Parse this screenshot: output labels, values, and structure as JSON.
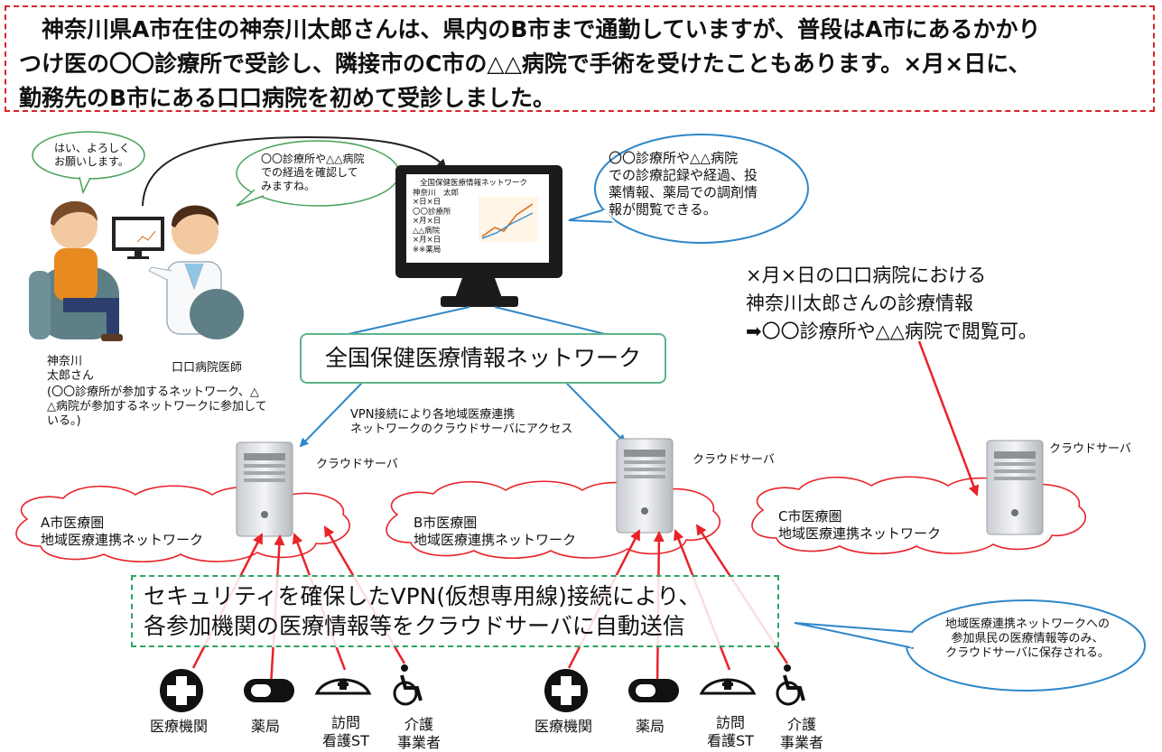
{
  "scenario": {
    "line1": "　神奈川県A市在住の神奈川太郎さんは、県内のB市まで通勤していますが、普段はA市にあるかかり",
    "line2": "つけ医の〇〇診療所で受診し、隣接市のC市の△△病院で手術を受けたこともあります。×月×日に、",
    "line3": "勤務先のB市にある口口病院を初めて受診しました。"
  },
  "patient": {
    "speech": [
      "はい、よろしく",
      "お願いします。"
    ],
    "name": [
      "神奈川",
      "太郎さん"
    ],
    "note": [
      "(〇〇診療所が参加するネットワーク、△",
      "△病院が参加するネットワークに参加して",
      "いる。)"
    ]
  },
  "doctor": {
    "speech": [
      "〇〇診療所や△△病院",
      "での経過を確認して",
      "みますね。"
    ],
    "label": "口口病院医師"
  },
  "monitor": {
    "lines": [
      "全国保健医療情報ネットワーク",
      "神奈川　太郎",
      "×日×日",
      "〇〇診療所",
      "×月×日",
      "△△病院",
      "×月×日",
      "※※薬局"
    ]
  },
  "monitor_bubble": [
    "〇〇診療所や△△病院",
    "での診療記録や経過、投",
    "薬情報、薬局での調剤情",
    "報が閲覧できる。"
  ],
  "right_note": [
    "×月×日の口口病院における",
    "神奈川太郎さんの診療情報",
    "➡〇〇診療所や△△病院で閲覧可。"
  ],
  "national_network": "全国保健医療情報ネットワーク",
  "vpn_note": [
    "VPN接続により各地域医療連携",
    "ネットワークのクラウドサーバにアクセス"
  ],
  "server_label": "クラウドサーバ",
  "clouds": {
    "a": [
      "A市医療圏",
      "地域医療連携ネットワーク"
    ],
    "b": [
      "B市医療圏",
      "地域医療連携ネットワーク"
    ],
    "c": [
      "C市医療圏",
      "地域医療連携ネットワーク"
    ]
  },
  "security": [
    "セキュリティを確保したVPN(仮想専用線)接続により、",
    "各参加機関の医療情報等をクラウドサーバに自動送信"
  ],
  "storage_bubble": [
    "地域医療連携ネットワークへの",
    "参加県民の医療情報等のみ、",
    "クラウドサーバに保存される。"
  ],
  "facilities": {
    "medical": "医療機関",
    "pharmacy": "薬局",
    "nursing": [
      "訪問",
      "看護ST"
    ],
    "care": [
      "介護",
      "事業者"
    ]
  },
  "colors": {
    "red": "#e8232a",
    "blue": "#2e86c8",
    "green": "#2ea360",
    "dashed_red": "#d9242a"
  }
}
